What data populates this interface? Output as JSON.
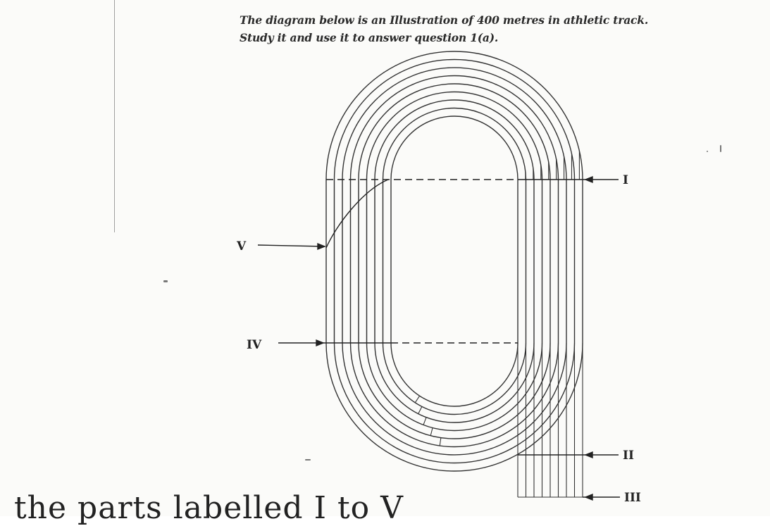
{
  "instructions": {
    "line1": "The diagram below is an Illustration of 400 metres in athletic track.",
    "line2": "Study it and use it to answer question 1(a)."
  },
  "diagram": {
    "labels": {
      "I": "I",
      "II": "II",
      "III": "III",
      "IV": "IV",
      "V": "V"
    },
    "lane_count": 8
  },
  "footer": {
    "partial_text": "the parts labelled I to V"
  }
}
